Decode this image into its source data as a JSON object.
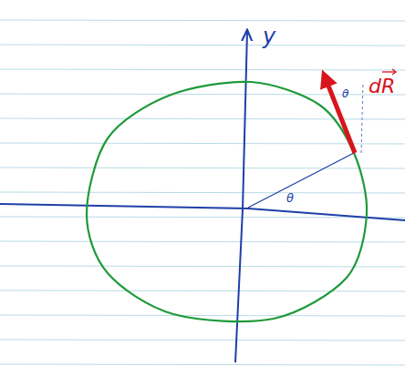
{
  "diagram": {
    "labels": [
      "y",
      "θ",
      "θ",
      "dR"
    ]
  }
}
